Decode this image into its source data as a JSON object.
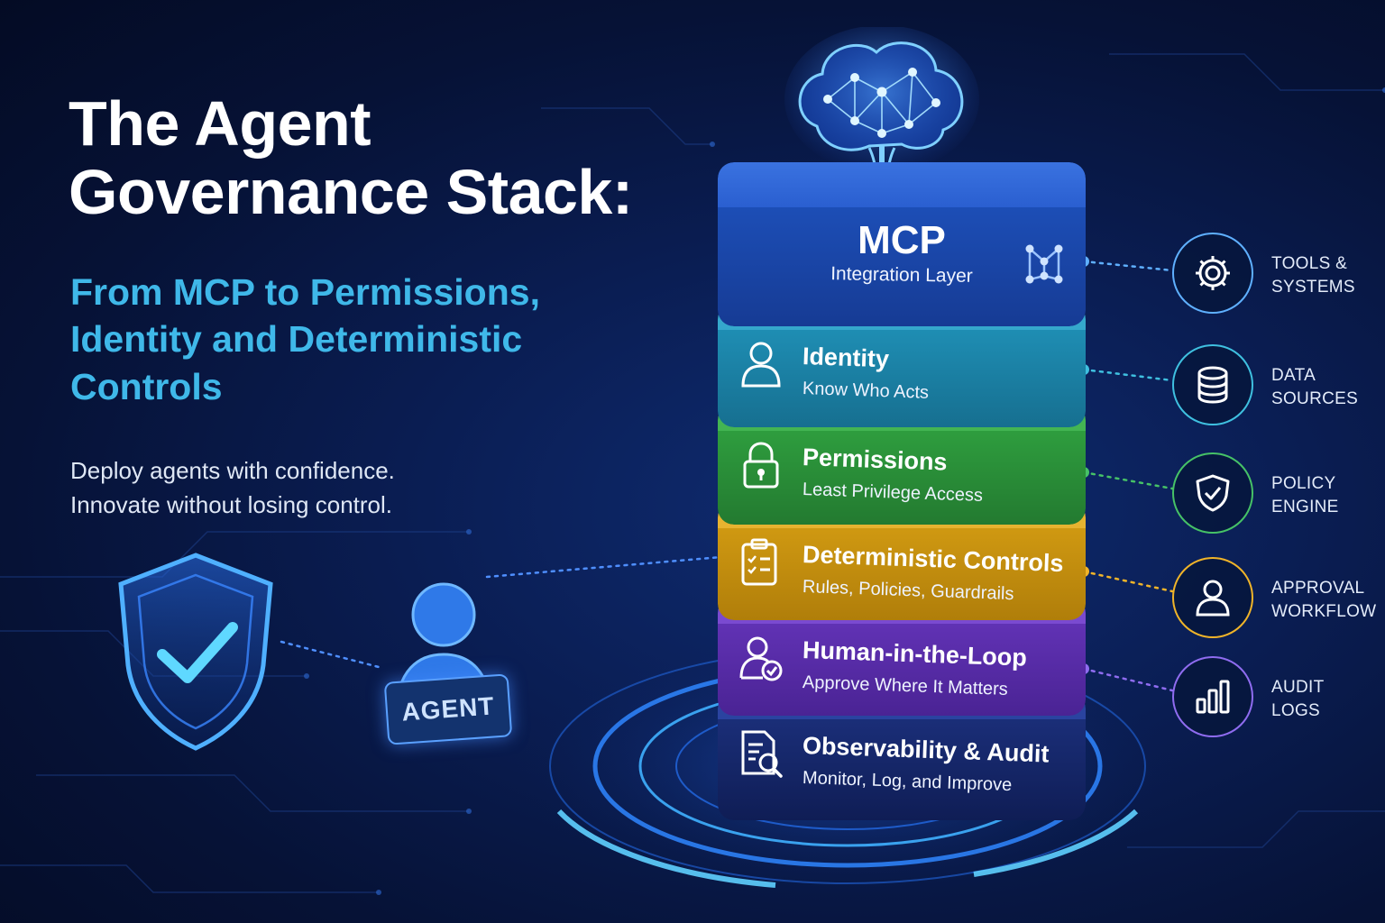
{
  "headline": {
    "line1": "The Agent",
    "line2": "Governance Stack:"
  },
  "subtitle": {
    "line1": "From MCP to Permissions,",
    "line2": "Identity and Deterministic",
    "line3": "Controls"
  },
  "tagline": {
    "line1": "Deploy agents with confidence.",
    "line2": "Innovate without losing control."
  },
  "agent": {
    "label": "AGENT"
  },
  "stack": {
    "layers": [
      {
        "title": "MCP",
        "subtitle": "Integration Layer",
        "icon": "network-icon",
        "color": "#1d4fb8"
      },
      {
        "title": "Identity",
        "subtitle": "Know Who Acts",
        "icon": "user-icon",
        "color": "#1f8fb5"
      },
      {
        "title": "Permissions",
        "subtitle": "Least Privilege Access",
        "icon": "lock-icon",
        "color": "#2f9f3f"
      },
      {
        "title": "Deterministic Controls",
        "subtitle": "Rules, Policies, Guardrails",
        "icon": "checklist-icon",
        "color": "#d19a12"
      },
      {
        "title": "Human-in-the-Loop",
        "subtitle": "Approve Where It Matters",
        "icon": "user-check-icon",
        "color": "#6233b6"
      },
      {
        "title": "Observability & Audit",
        "subtitle": "Monitor, Log, and Improve",
        "icon": "document-search-icon",
        "color": "#1b2f7a"
      }
    ]
  },
  "systems": [
    {
      "line1": "TOOLS &",
      "line2": "SYSTEMS",
      "icon": "gear-icon",
      "color": "#5fb0ff"
    },
    {
      "line1": "DATA",
      "line2": "SOURCES",
      "icon": "database-icon",
      "color": "#3fc0e0"
    },
    {
      "line1": "POLICY",
      "line2": "ENGINE",
      "icon": "shield-check-icon",
      "color": "#46c267"
    },
    {
      "line1": "APPROVAL",
      "line2": "WORKFLOW",
      "icon": "user-icon",
      "color": "#f0b429"
    },
    {
      "line1": "AUDIT",
      "line2": "LOGS",
      "icon": "bar-chart-icon",
      "color": "#8f6cf0"
    }
  ]
}
